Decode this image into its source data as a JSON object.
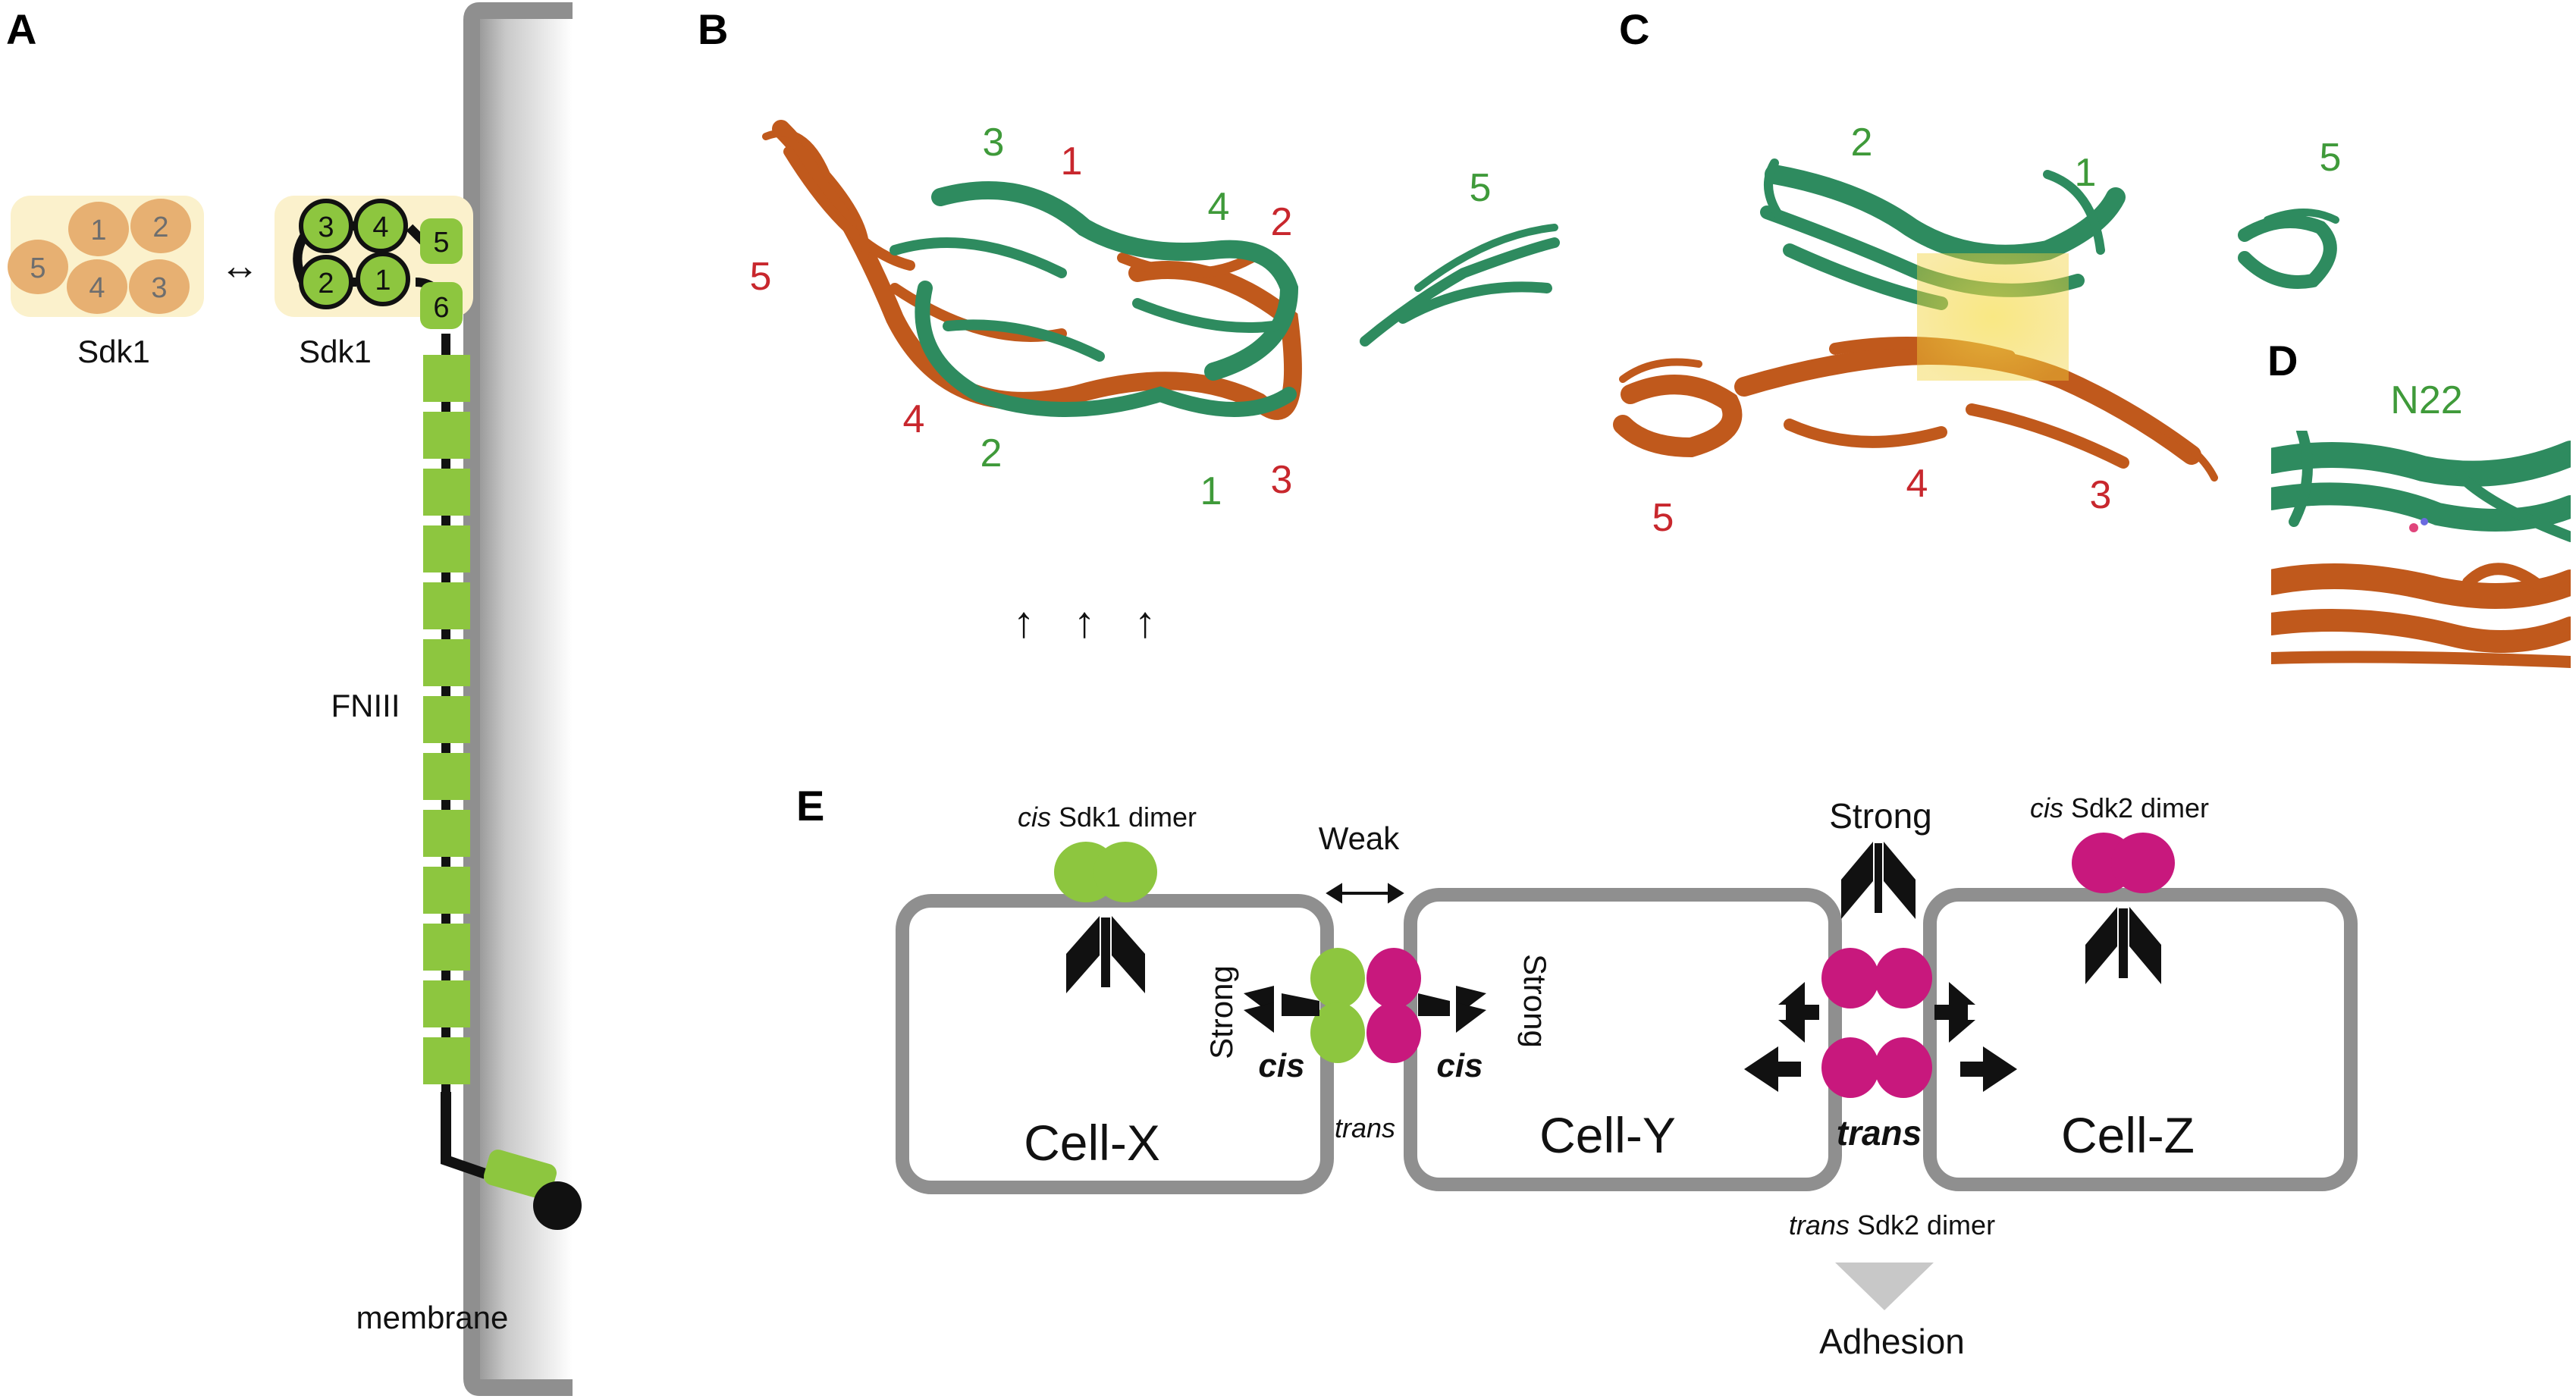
{
  "panel_labels": [
    "A",
    "B",
    "C",
    "D",
    "E"
  ],
  "panel_a": {
    "monomer_label": "Sdk1",
    "dimer_label": "Sdk1",
    "exchange_arrow": "↔",
    "orange_domains": [
      "1",
      "2",
      "5",
      "4",
      "3"
    ],
    "green_domains": [
      "3",
      "4",
      "5",
      "2",
      "1",
      "6"
    ],
    "fniii_label": "FNIII",
    "membrane_label": "membrane"
  },
  "panel_b": {
    "green_numbers": [
      "3",
      "4",
      "5",
      "2",
      "1"
    ],
    "red_numbers": [
      "1",
      "2",
      "5",
      "4",
      "3"
    ],
    "arrows": [
      "↑",
      "↑",
      "↑"
    ]
  },
  "panel_c": {
    "green_numbers": [
      "2",
      "1",
      "5"
    ],
    "red_numbers": [
      "4",
      "3",
      "5"
    ]
  },
  "panel_d": {
    "residue_label": "N22"
  },
  "panel_e": {
    "cis_sdk1_prefix": "cis",
    "cis_sdk1_suffix": "Sdk1 dimer",
    "weak_label": "Weak",
    "strong_top_label": "Strong",
    "cis_sdk2_prefix": "cis",
    "cis_sdk2_suffix": "Sdk2 dimer",
    "strong_left_label": "Strong",
    "strong_right_label": "Strong",
    "cis_left": "cis",
    "cis_right": "cis",
    "trans_small": "trans",
    "trans_bold": "trans",
    "cell_x": "Cell-X",
    "cell_y": "Cell-Y",
    "cell_z": "Cell-Z",
    "trans_sdk2_prefix": "trans",
    "trans_sdk2_suffix": "Sdk2 dimer",
    "adhesion_label": "Adhesion"
  },
  "colors": {
    "sdk1_green": "#8dc63f",
    "sdk2_magenta": "#c8187d",
    "green_chain": "#2e8b5f",
    "orange_chain": "#c0591c",
    "highlight_yellow": "#f2d13a",
    "domain_orange": "#e7b072",
    "pale_yellow_bg": "#fbf1cc"
  }
}
